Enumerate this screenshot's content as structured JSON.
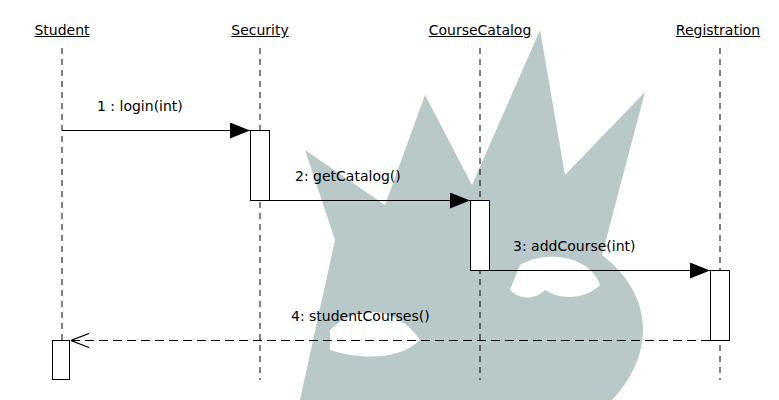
{
  "diagram": {
    "nodes": [
      {
        "text": [
          "Student"
        ]
      },
      {
        "text": [
          "Security"
        ]
      },
      {
        "text": [
          "CourseCatalog"
        ]
      },
      {
        "text": [
          "Registration"
        ]
      }
    ],
    "edges": [
      {
        "from": 0,
        "to": 1,
        "label": "1 : login(int)",
        "arrow": "to"
      },
      {
        "from": 1,
        "to": 2,
        "label": "2: getCatalog()",
        "arrow": "to"
      },
      {
        "from": 2,
        "to": 3,
        "label": "3: addCourse(int)",
        "arrow": "to"
      },
      {
        "from": 3,
        "to": 0,
        "label": "4: studentCourses()",
        "arrow": "to"
      }
    ]
  }
}
